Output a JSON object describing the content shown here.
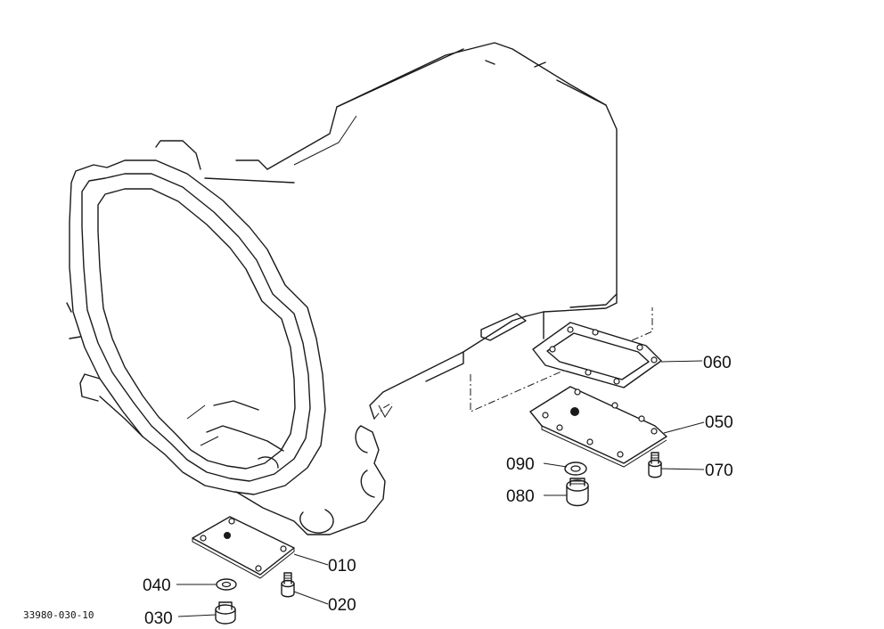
{
  "drawing_code": "33980-030-10",
  "parts": [
    {
      "id": "p010",
      "label": "010"
    },
    {
      "id": "p020",
      "label": "020"
    },
    {
      "id": "p030",
      "label": "030"
    },
    {
      "id": "p040",
      "label": "040"
    },
    {
      "id": "p050",
      "label": "050"
    },
    {
      "id": "p060",
      "label": "060"
    },
    {
      "id": "p070",
      "label": "070"
    },
    {
      "id": "p080",
      "label": "080"
    },
    {
      "id": "p090",
      "label": "090"
    }
  ]
}
